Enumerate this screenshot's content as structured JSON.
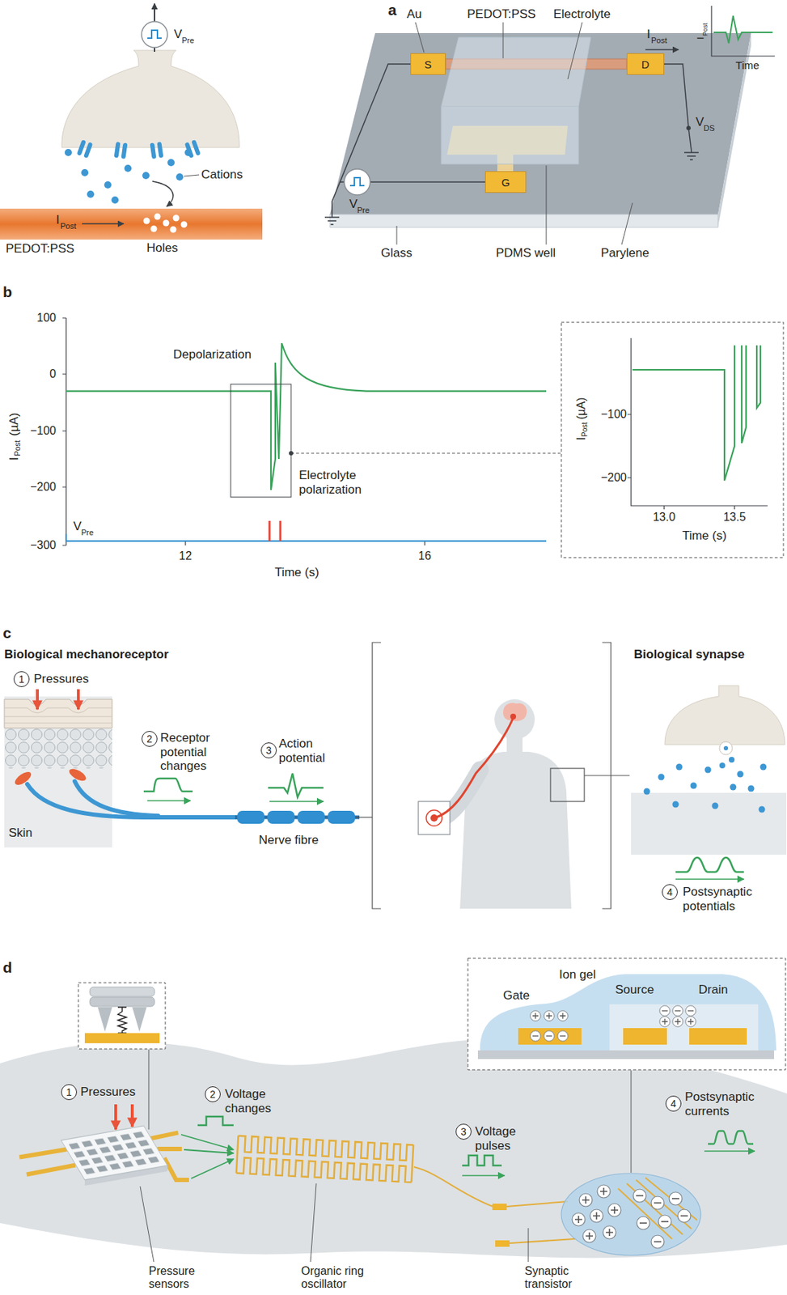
{
  "diagram": {
    "nodes": [
      {
        "text": [
          "S"
        ]
      },
      {
        "text": [
          "D"
        ]
      },
      {
        "text": [
          "G"
        ]
      },
      {
        "text": [
          "1"
        ]
      },
      {
        "text": [
          "2"
        ]
      },
      {
        "text": [
          "3"
        ]
      },
      {
        "text": [
          "4"
        ]
      },
      {
        "text": [
          "1"
        ]
      },
      {
        "text": [
          "2"
        ]
      },
      {
        "text": [
          "3"
        ]
      },
      {
        "text": [
          "4"
        ]
      }
    ],
    "labels": [
      "a",
      "V",
      "Pre",
      "Cations",
      "I",
      "Post",
      "Holes",
      "PEDOT:PSS",
      "Au",
      "PEDOT:PSS",
      "Electrolyte",
      "I",
      "Post",
      "V",
      "DS",
      "V",
      "Pre",
      "Glass",
      "PDMS well",
      "Parylene",
      "I",
      "Post",
      "Time",
      "b",
      "100",
      "0",
      "−100",
      "−200",
      "−300",
      "I",
      "Post",
      "(µA)",
      "Depolarization",
      "Electrolyte polarization",
      "V",
      "Pre",
      "12",
      "16",
      "Time (s)",
      "−100",
      "−200",
      "13.0",
      "13.5",
      "Time (s)",
      "I",
      "Post",
      "(µA)",
      "c",
      "Biological mechanoreceptor",
      "Pressures",
      "Receptor potential changes",
      "Action potential",
      "Skin",
      "Nerve fibre",
      "Biological synapse",
      "Postsynaptic potentials",
      "d",
      "Pressures",
      "Voltage changes",
      "Voltage pulses",
      "Postsynaptic currents",
      "Gate",
      "Ion gel",
      "Source",
      "Drain",
      "Pressure sensors",
      "Organic ring oscillator",
      "Synaptic transistor"
    ]
  }
}
